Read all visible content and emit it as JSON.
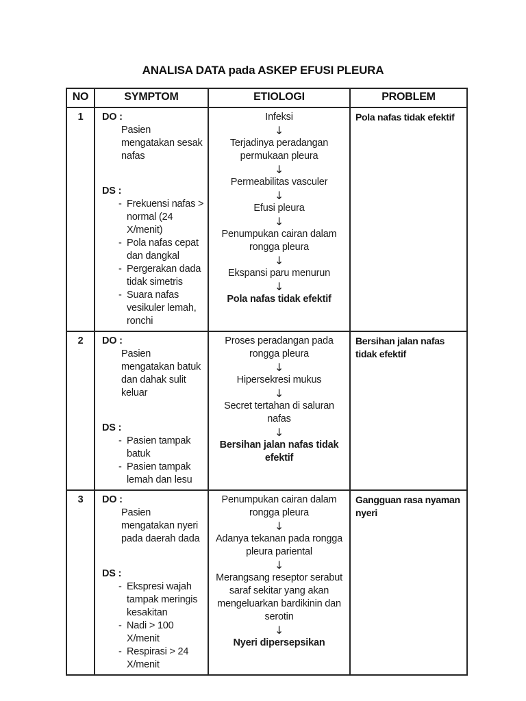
{
  "title": "ANALISA DATA pada ASKEP EFUSI PLEURA",
  "table": {
    "arrow": "↓",
    "dash": "-",
    "headers": [
      "NO",
      "SYMPTOM",
      "ETIOLOGI",
      "PROBLEM"
    ],
    "rows": [
      {
        "no": "1",
        "do_label": "DO :",
        "do_text": "Pasien mengatakan sesak nafas",
        "ds_label": "DS :",
        "ds_items": [
          "Frekuensi nafas > normal (24 X/menit)",
          "Pola nafas cepat dan dangkal",
          "Pergerakan dada tidak simetris",
          "Suara nafas vesikuler lemah, ronchi"
        ],
        "etiologi_steps": [
          "Infeksi",
          "Terjadinya peradangan permukaan pleura",
          "Permeabilitas vasculer",
          "Efusi pleura",
          "Penumpukan cairan dalam rongga pleura",
          "Ekspansi paru menurun"
        ],
        "etiologi_result": "Pola nafas tidak efektif",
        "problem": "Pola nafas tidak efektif"
      },
      {
        "no": "2",
        "do_label": "DO :",
        "do_text": "Pasien mengatakan batuk dan dahak sulit keluar",
        "ds_label": "DS :",
        "ds_items": [
          "Pasien tampak batuk",
          "Pasien tampak lemah dan lesu"
        ],
        "etiologi_steps": [
          "Proses peradangan pada rongga pleura",
          "Hipersekresi mukus",
          "Secret tertahan di saluran nafas"
        ],
        "etiologi_result": "Bersihan jalan nafas tidak efektif",
        "problem": "Bersihan jalan nafas tidak efektif"
      },
      {
        "no": "3",
        "do_label": "DO :",
        "do_text": "Pasien mengatakan nyeri pada daerah dada",
        "ds_label": "DS :",
        "ds_items": [
          "Ekspresi wajah tampak meringis kesakitan",
          "Nadi > 100 X/menit",
          "Respirasi > 24 X/menit"
        ],
        "etiologi_steps": [
          "Penumpukan cairan dalam rongga pleura",
          "Adanya tekanan pada rongga pleura pariental",
          "Merangsang reseptor serabut saraf sekitar yang akan mengeluarkan bardikinin dan serotin"
        ],
        "etiologi_result": "Nyeri dipersepsikan",
        "problem": "Gangguan rasa nyaman nyeri"
      }
    ]
  }
}
